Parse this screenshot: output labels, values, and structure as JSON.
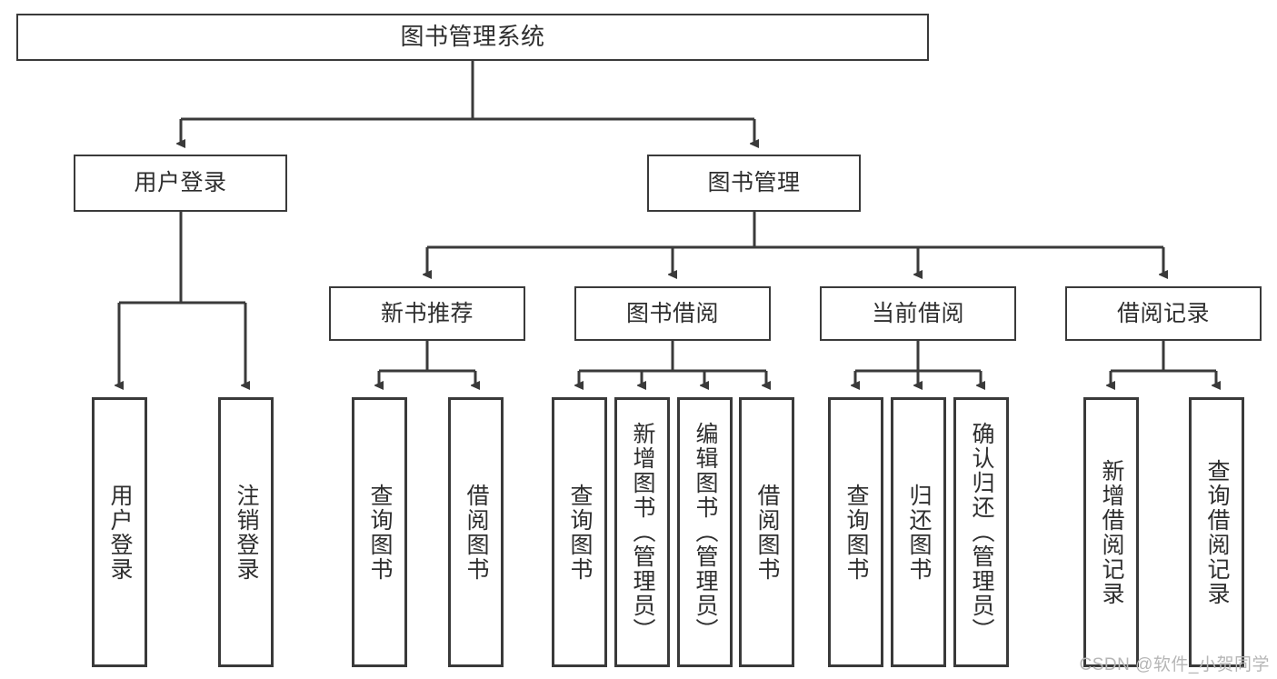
{
  "diagram": {
    "title": "图书管理系统",
    "type": "functional-structure-tree",
    "root": {
      "id": "root",
      "label": "图书管理系统"
    },
    "level2": [
      {
        "id": "user-login",
        "label": "用户登录"
      },
      {
        "id": "book-management",
        "label": "图书管理"
      }
    ],
    "level3": [
      {
        "id": "new-book-recommend",
        "label": "新书推荐"
      },
      {
        "id": "book-borrow",
        "label": "图书借阅"
      },
      {
        "id": "current-borrow",
        "label": "当前借阅"
      },
      {
        "id": "borrow-record",
        "label": "借阅记录"
      }
    ],
    "leaves": [
      {
        "id": "leaf-user-login",
        "label": "用户登录",
        "parent": "user-login"
      },
      {
        "id": "leaf-user-logout",
        "label": "注销登录",
        "parent": "user-login"
      },
      {
        "id": "leaf-query-book-1",
        "label": "查询图书",
        "parent": "new-book-recommend"
      },
      {
        "id": "leaf-borrow-book-1",
        "label": "借阅图书",
        "parent": "new-book-recommend"
      },
      {
        "id": "leaf-query-book-2",
        "label": "查询图书",
        "parent": "book-borrow"
      },
      {
        "id": "leaf-add-book",
        "label": "新增图书（管理员）",
        "parent": "book-borrow"
      },
      {
        "id": "leaf-edit-book",
        "label": "编辑图书（管理员）",
        "parent": "book-borrow"
      },
      {
        "id": "leaf-borrow-book-2",
        "label": "借阅图书",
        "parent": "book-borrow"
      },
      {
        "id": "leaf-query-book-3",
        "label": "查询图书",
        "parent": "current-borrow"
      },
      {
        "id": "leaf-return-book",
        "label": "归还图书",
        "parent": "current-borrow"
      },
      {
        "id": "leaf-confirm-return",
        "label": "确认归还（管理员）",
        "parent": "current-borrow"
      },
      {
        "id": "leaf-add-record",
        "label": "新增借阅记录",
        "parent": "borrow-record"
      },
      {
        "id": "leaf-query-record",
        "label": "查询借阅记录",
        "parent": "borrow-record"
      }
    ],
    "watermark": "CSDN @软件_小贺同学",
    "colors": {
      "stroke": "#3a3a3a",
      "fill": "#ffffff",
      "text": "#2e2e2e",
      "watermark": "#b6b6b6"
    }
  }
}
